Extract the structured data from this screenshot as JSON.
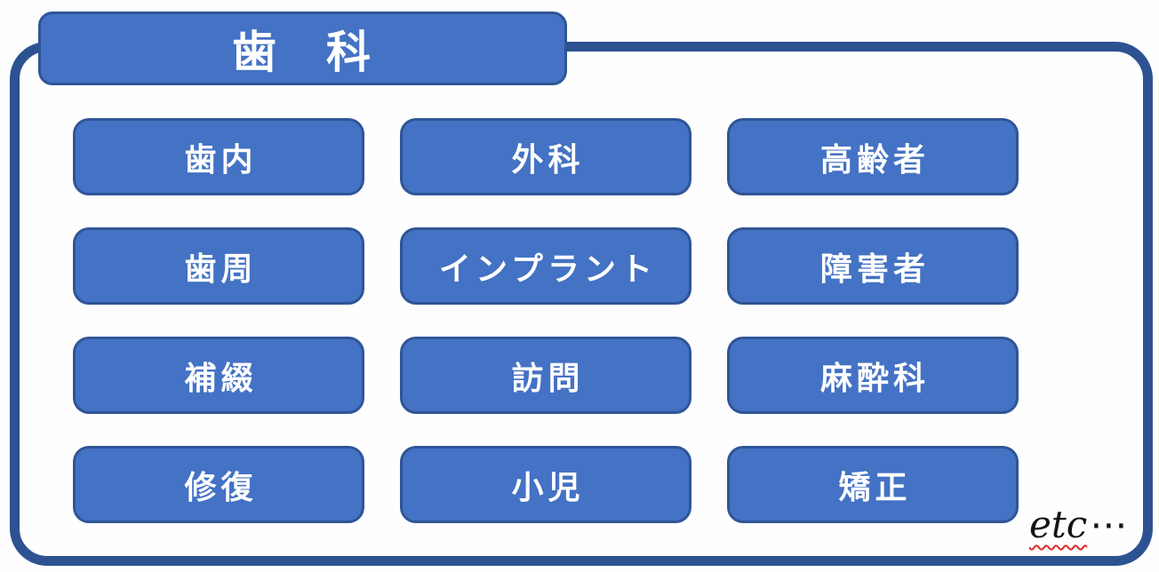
{
  "title": {
    "label": "歯　科"
  },
  "categories": [
    {
      "id": "endodontics",
      "label": "歯内"
    },
    {
      "id": "oral-surgery",
      "label": "外科"
    },
    {
      "id": "geriatric",
      "label": "高齢者"
    },
    {
      "id": "periodontics",
      "label": "歯周"
    },
    {
      "id": "implant",
      "label": "インプラント"
    },
    {
      "id": "disability",
      "label": "障害者"
    },
    {
      "id": "prosthodontics",
      "label": "補綴"
    },
    {
      "id": "visiting",
      "label": "訪問"
    },
    {
      "id": "anesthesiology",
      "label": "麻酔科"
    },
    {
      "id": "restorative",
      "label": "修復"
    },
    {
      "id": "pediatric",
      "label": "小児"
    },
    {
      "id": "orthodontics",
      "label": "矯正"
    }
  ],
  "note": {
    "text": "etc",
    "ellipsis": "⋯"
  },
  "colors": {
    "frame": "#2d5291",
    "box_fill": "#4472c4",
    "box_border": "#2f5597",
    "label_text": "#ffffff",
    "note_text": "#141414",
    "squiggle": "#dd2b2b"
  }
}
